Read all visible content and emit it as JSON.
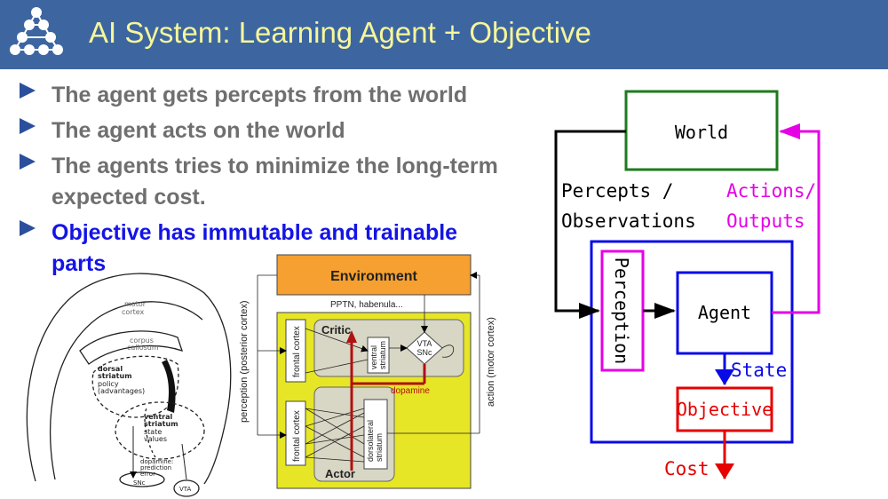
{
  "slide": {
    "title": "AI System: Learning Agent + Objective",
    "bullets": [
      {
        "text": "The agent gets percepts from the world"
      },
      {
        "text": "The agent acts on the world"
      },
      {
        "text": "The agents tries to minimize the long-term expected cost."
      },
      {
        "text": "Objective has immutable and trainable parts"
      }
    ]
  },
  "brain": {
    "motor_cortex": [
      "motor",
      "cortex"
    ],
    "corpus_callosum": [
      "corpus",
      "callosum"
    ],
    "dorsal_striatum": [
      "dorsal",
      "striatum",
      "policy",
      "(advantages)"
    ],
    "ventral_striatum": [
      "ventral",
      "striatum",
      "state",
      "values"
    ],
    "dopamine": [
      "dopamine:",
      "prediction",
      "error"
    ],
    "snc": "SNc",
    "vta": "VTA"
  },
  "actor_critic": {
    "environment": "Environment",
    "pptn": "PPTN, habenula...",
    "critic": "Critic",
    "actor": "Actor",
    "frontal_cortex_1": "frontal cortex",
    "frontal_cortex_2": "frontal cortex",
    "ventral_striatum": [
      "ventral",
      "striatum"
    ],
    "vta_snc": [
      "VTA",
      "SNc"
    ],
    "dopamine": "dopamine",
    "dorsolateral": [
      "dorsolateral",
      "striatum"
    ],
    "perception": "perception (posterior cortex)",
    "action": "action (motor cortex)"
  },
  "system": {
    "world": "World",
    "percepts": [
      "Percepts /",
      "Observations"
    ],
    "actions": [
      "Actions/",
      "Outputs"
    ],
    "perception": "Perception",
    "agent": "Agent",
    "state": "State",
    "objective": "Objective",
    "cost": "Cost"
  },
  "colors": {
    "header": "#3d66a1",
    "title": "#f6f69a",
    "bullet_grey": "#6f6f6f",
    "bullet_blue": "#1414e6",
    "world_green": "#1e7a1e",
    "agent_blue": "#0a0ae6",
    "magenta": "#e600e6",
    "objective_red": "#e60000",
    "env_orange": "#f5a030",
    "yellow": "#e6e626"
  }
}
